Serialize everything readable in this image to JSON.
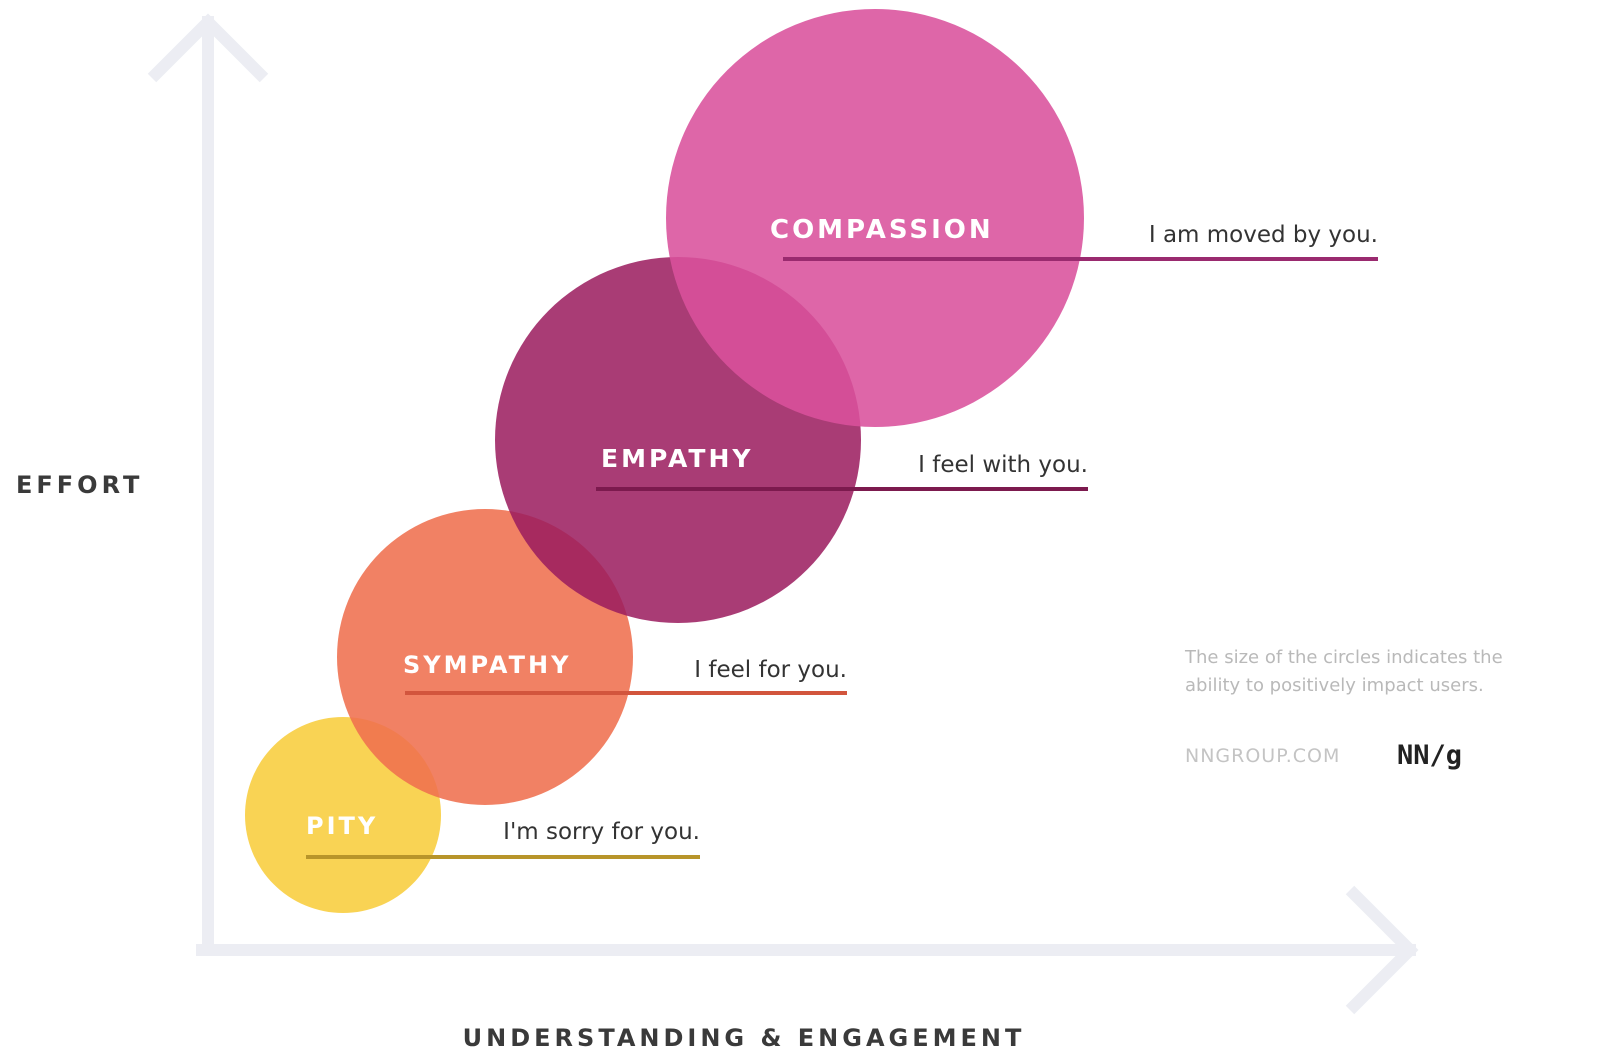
{
  "axes": {
    "y_label": "EFFORT",
    "x_label": "UNDERSTANDING & ENGAGEMENT"
  },
  "levels": [
    {
      "key": "pity",
      "label": "PITY",
      "phrase": "I'm sorry for you.",
      "color": "#f8cf45",
      "line_color": "#b8952a"
    },
    {
      "key": "sympathy",
      "label": "SYMPATHY",
      "phrase": "I feel for you.",
      "color": "#ef6f4f",
      "line_color": "#d2553d"
    },
    {
      "key": "empathy",
      "label": "EMPATHY",
      "phrase": "I feel with you.",
      "color": "#9b1c5e",
      "line_color": "#7c1a4e"
    },
    {
      "key": "compassion",
      "label": "COMPASSION",
      "phrase": "I am moved by you.",
      "color": "#d9519c",
      "line_color": "#9a2a6f"
    }
  ],
  "note": {
    "line1": "The size of the circles indicates the",
    "line2": "ability to positively impact users."
  },
  "brand": {
    "url": "NNGROUP.COM",
    "logo": "NN/g"
  },
  "colors": {
    "axis": "#ecedf3",
    "background": "#ffffff"
  }
}
